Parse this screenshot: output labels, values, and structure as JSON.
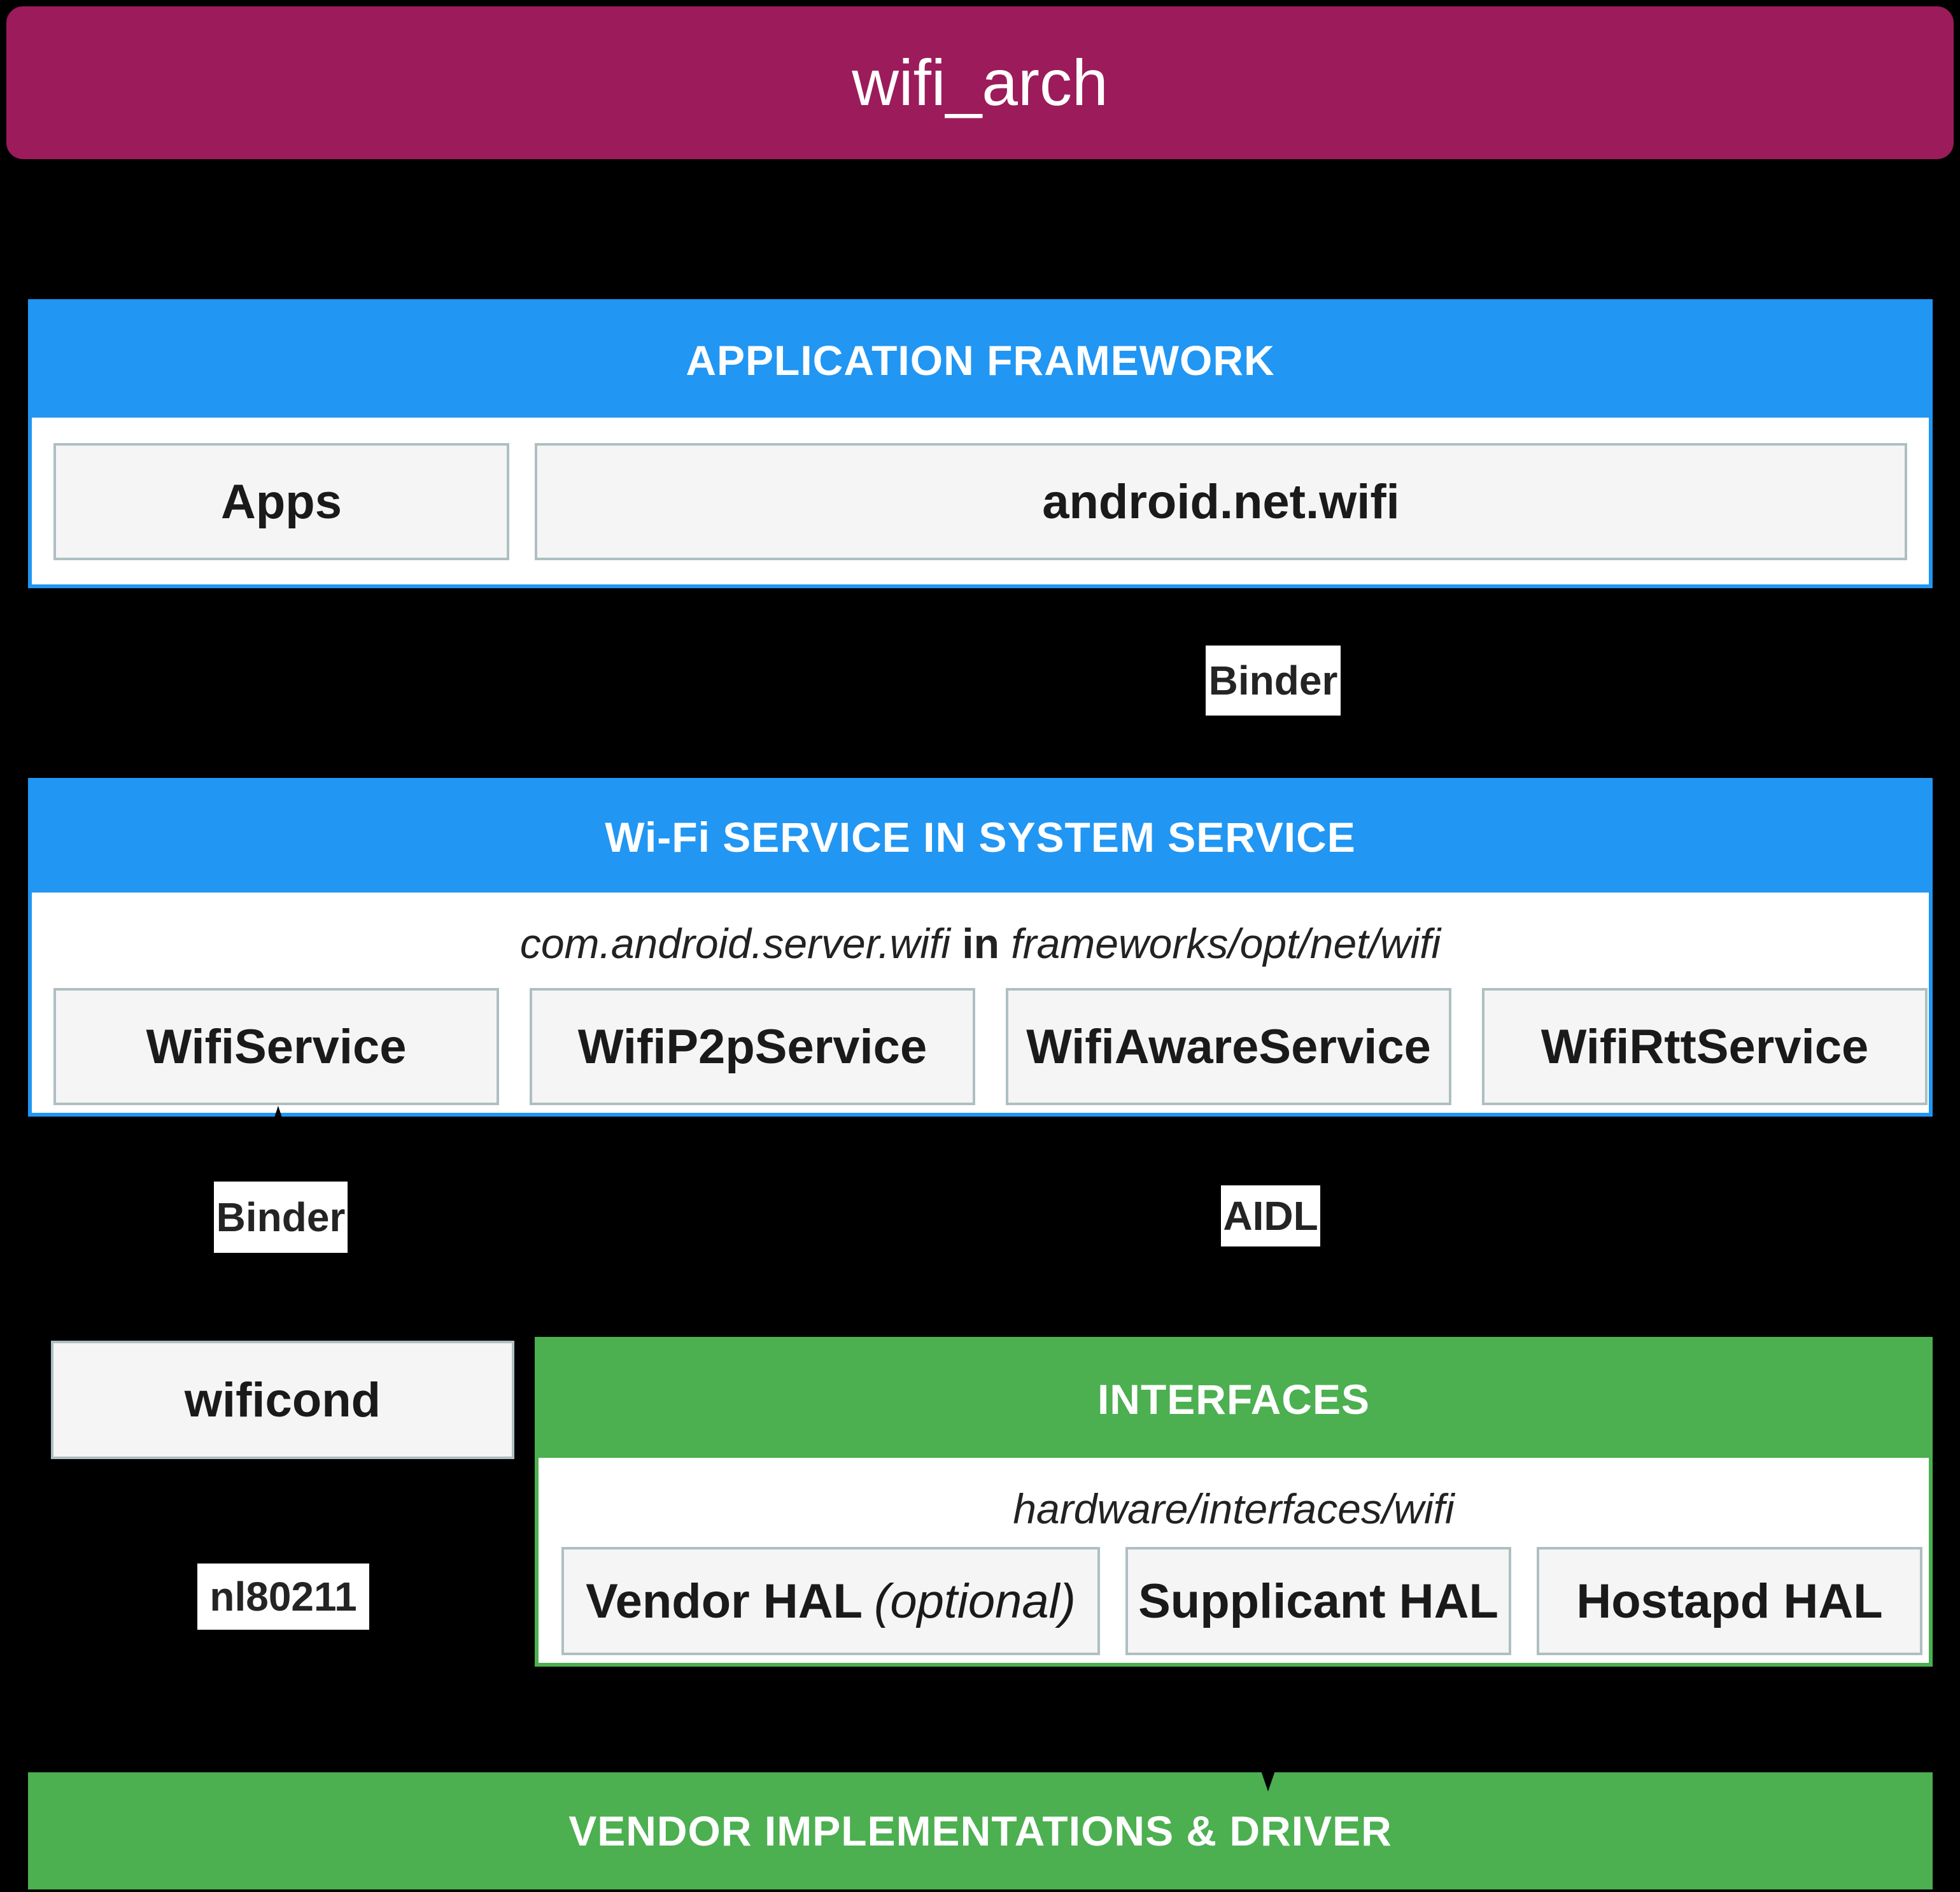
{
  "title": "wifi_arch",
  "colors": {
    "magenta": "#9C1B5B",
    "blue": "#2196F3",
    "green": "#4CAF50",
    "box_fill": "#F5F5F5",
    "box_border": "#AEBFC0",
    "bg": "#000000"
  },
  "app_framework": {
    "header": "APPLICATION FRAMEWORK",
    "boxes": [
      "Apps",
      "android.net.wifi"
    ]
  },
  "labels": {
    "binder_top": "Binder",
    "binder_left": "Binder",
    "aidl": "AIDL",
    "nl80211": "nl80211"
  },
  "wifi_service": {
    "header": "Wi-Fi SERVICE IN SYSTEM SERVICE",
    "subtitle": {
      "pre": "com.android.server.wifi",
      "mid": "in",
      "post": "frameworks/opt/net/wifi"
    },
    "boxes": [
      "WifiService",
      "WifiP2pService",
      "WifiAwareService",
      "WifiRttService"
    ]
  },
  "wificond": {
    "label": "wificond"
  },
  "interfaces": {
    "header": "INTERFACES",
    "subtitle": "hardware/interfaces/wifi",
    "boxes": [
      {
        "label": "Vendor HAL",
        "suffix": "(optional)"
      },
      {
        "label": "Supplicant HAL",
        "suffix": ""
      },
      {
        "label": "Hostapd HAL",
        "suffix": ""
      }
    ]
  },
  "vendor_bar": {
    "label": "VENDOR IMPLEMENTATIONS & DRIVER"
  }
}
